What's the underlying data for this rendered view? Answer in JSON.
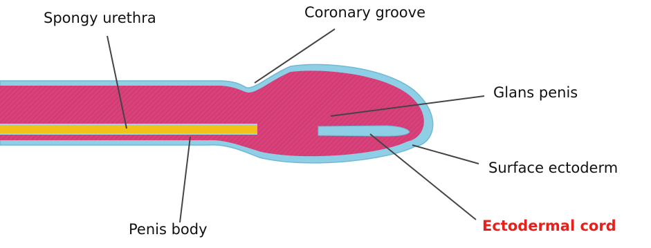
{
  "labels": {
    "spongy_urethra": "Spongy urethra",
    "coronary_groove": "Coronary groove",
    "glans_penis": "Glans penis",
    "surface_ectoderm": "Surface ectoderm",
    "penis_body": "Penis body",
    "ectodermal_cord": "Ectodermal cord"
  },
  "colors": {
    "ectodermal_cord_label": "#e8201c",
    "tissue_fill": "#d9417a",
    "ectoderm_outline": "#8fcfe6",
    "urethra": "#f2c21a",
    "leader_line": "#444444"
  }
}
